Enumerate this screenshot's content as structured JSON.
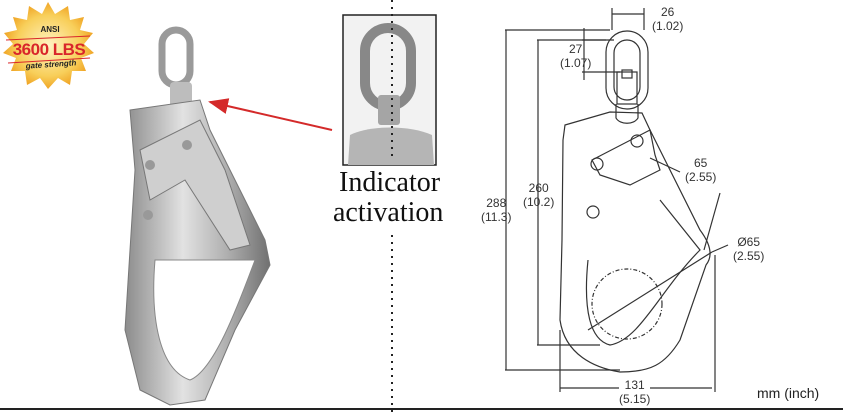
{
  "badge": {
    "standard": "ANSI",
    "rating": "3600 LBS",
    "caption": "gate strength"
  },
  "callout": {
    "line1": "Indicator",
    "line2": "activation"
  },
  "dimensions": {
    "swivel_width": {
      "mm": "26",
      "inch": "(1.02)"
    },
    "swivel_height": {
      "mm": "27",
      "inch": "(1.07)"
    },
    "overall_length": {
      "mm": "288",
      "inch": "(11.3)"
    },
    "inner_length": {
      "mm": "260",
      "inch": "(10.2)"
    },
    "gate_opening": {
      "mm": "65",
      "inch": "(2.55)"
    },
    "throat_diameter": {
      "mm": "Ø65",
      "inch": "(2.55)"
    },
    "overall_width": {
      "mm": "131",
      "inch": "(5.15)"
    }
  },
  "units_label": "mm (inch)",
  "colors": {
    "arrow": "#d42a2a",
    "badge_red": "#d9262a",
    "badge_gold": "#f4b53a"
  }
}
